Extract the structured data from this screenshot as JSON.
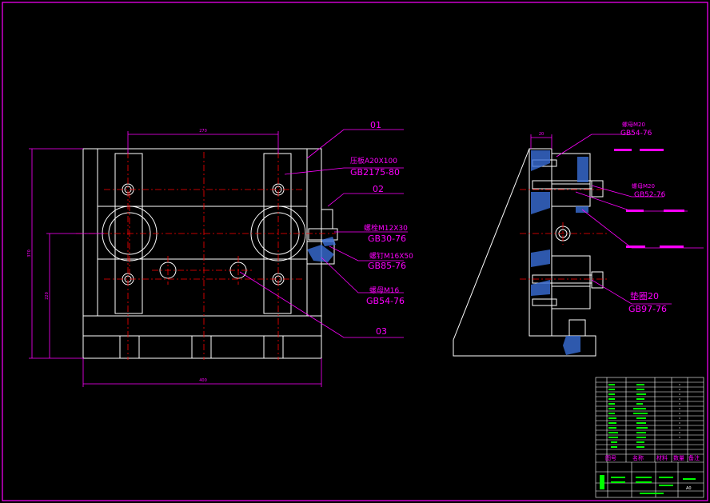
{
  "colors": {
    "background": "#000000",
    "border": "#ff00ff",
    "outline": "#ffffff",
    "centerline": "#ff0000",
    "dimension": "#ff00ff",
    "hatch": "#3a6fd8",
    "table_text": "#00ff00"
  },
  "front_view": {
    "dim_top": "270",
    "dim_left_outer": "370",
    "dim_left_inner": "220",
    "dim_bottom": "400"
  },
  "side_view": {
    "dim_top": "20"
  },
  "callouts": {
    "c01": "01",
    "c02": "02",
    "c03": "03",
    "pressing_plate": "压板A20X100",
    "pressing_plate_std": "GB2175-80",
    "bolt": "螺栓M12X30",
    "bolt_std": "GB30-76",
    "stud": "螺钉M16X50",
    "stud_std": "GB85-76",
    "nut": "螺母M16",
    "nut_std": "GB54-76",
    "nut20": "螺母M20",
    "nut20_std": "GB54-76",
    "nut12": "螺母M20",
    "nut12_std": "GB52-76",
    "washer": "垫圈20",
    "washer_std": "GB97-76"
  },
  "title_block": {
    "headers": [
      "图号",
      "名称",
      "材料",
      "数量",
      "备注"
    ],
    "scale": "A0"
  }
}
